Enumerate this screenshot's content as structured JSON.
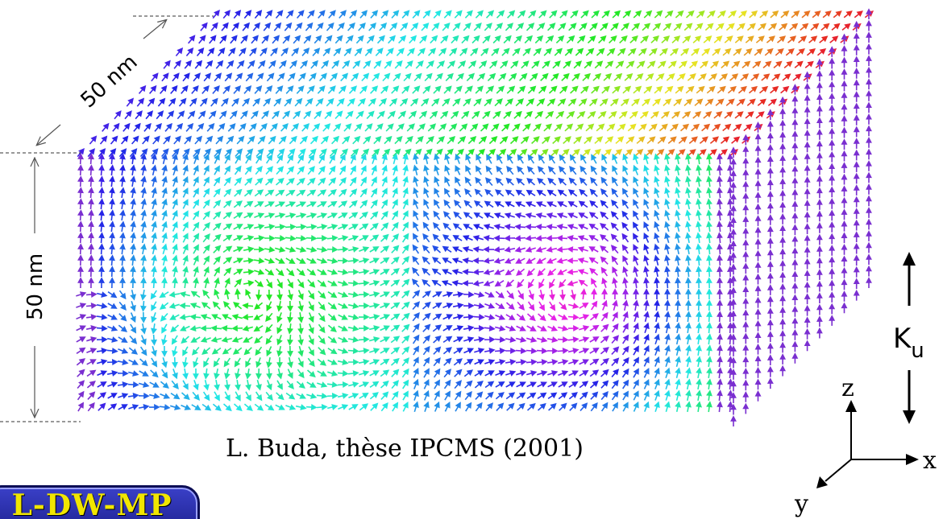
{
  "figure": {
    "depth_label": "50 nm",
    "height_label": "50 nm",
    "caption": "L. Buda, thèse IPCMS (2001)",
    "anisotropy_label": {
      "main": "K",
      "subscript": "u"
    },
    "axes": {
      "x": "x",
      "y": "y",
      "z": "z"
    },
    "badge": "L-DW-MP",
    "colors": {
      "border_arrow": "#7a2fd0",
      "badge_bg": "#2b30b0",
      "badge_text": "#f1e600"
    }
  }
}
